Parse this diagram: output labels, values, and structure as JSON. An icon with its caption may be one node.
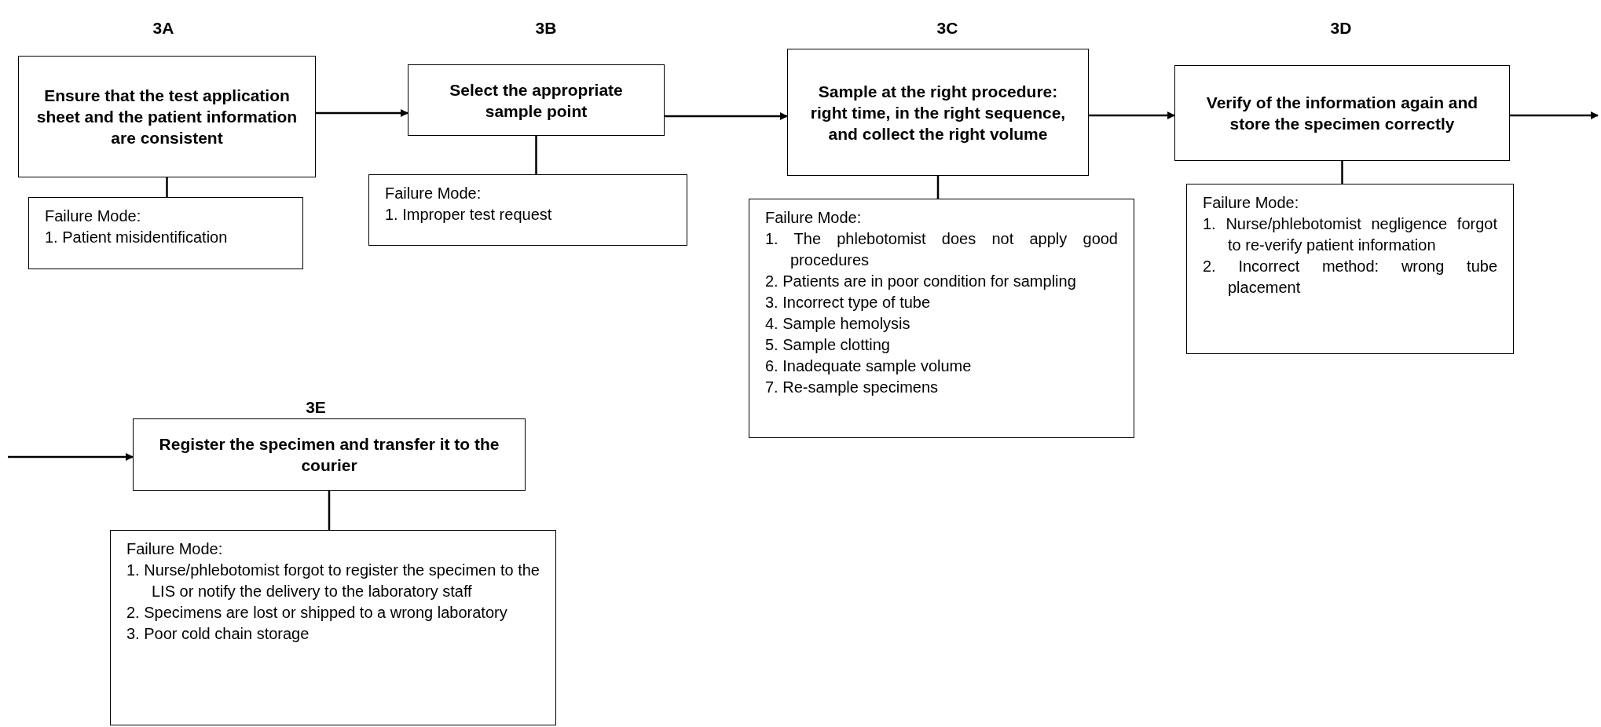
{
  "diagram": {
    "nodes": [
      {
        "text": [
          "Ensure that the test application sheet and the patient information are consistent"
        ]
      },
      {
        "text": [
          "Failure Mode:",
          "1. Patient misidentification"
        ]
      },
      {
        "text": [
          "Select the appropriate sample point"
        ]
      },
      {
        "text": [
          "Failure Mode:",
          "1. Improper test request"
        ]
      },
      {
        "text": [
          "Sample at the right procedure: right time, in the right sequence, and collect the right volume"
        ]
      },
      {
        "text": [
          "Failure Mode:",
          "1. The phlebotomist does not apply good procedures",
          "2. Patients are in poor condition for sampling",
          "3. Incorrect type of tube",
          "4. Sample hemolysis",
          "5. Sample clotting",
          "6. Inadequate sample volume",
          "7. Re-sample specimens"
        ]
      },
      {
        "text": [
          "Verify of the information again and store the specimen correctly"
        ]
      },
      {
        "text": [
          "Failure Mode:",
          "1. Nurse/phlebotomist negligence forgot to re-verify patient information",
          "2. Incorrect method: wrong tube placement"
        ]
      },
      {
        "text": [
          "Register the specimen and transfer it to the courier"
        ]
      },
      {
        "text": [
          "Failure Mode:",
          "1. Nurse/phlebotomist forgot to register the specimen to the LIS or notify the delivery to the laboratory staff",
          "2. Specimens are lost or shipped to a wrong laboratory",
          "3. Poor cold chain storage"
        ]
      }
    ],
    "edges": [
      {
        "from": 0,
        "to": 2,
        "arrow": "to"
      },
      {
        "from": 2,
        "to": 4,
        "arrow": "to"
      },
      {
        "from": 4,
        "to": 6,
        "arrow": "to"
      },
      {
        "from": 6,
        "to": null,
        "arrow": "to"
      },
      {
        "from": null,
        "to": 8,
        "arrow": "to"
      },
      {
        "from": 0,
        "to": 1,
        "arrow": "none"
      },
      {
        "from": 2,
        "to": 3,
        "arrow": "none"
      },
      {
        "from": 4,
        "to": 5,
        "arrow": "none"
      },
      {
        "from": 6,
        "to": 7,
        "arrow": "none"
      },
      {
        "from": 8,
        "to": 9,
        "arrow": "none"
      }
    ],
    "labels": [
      "3A",
      "3B",
      "3C",
      "3D",
      "3E"
    ]
  }
}
